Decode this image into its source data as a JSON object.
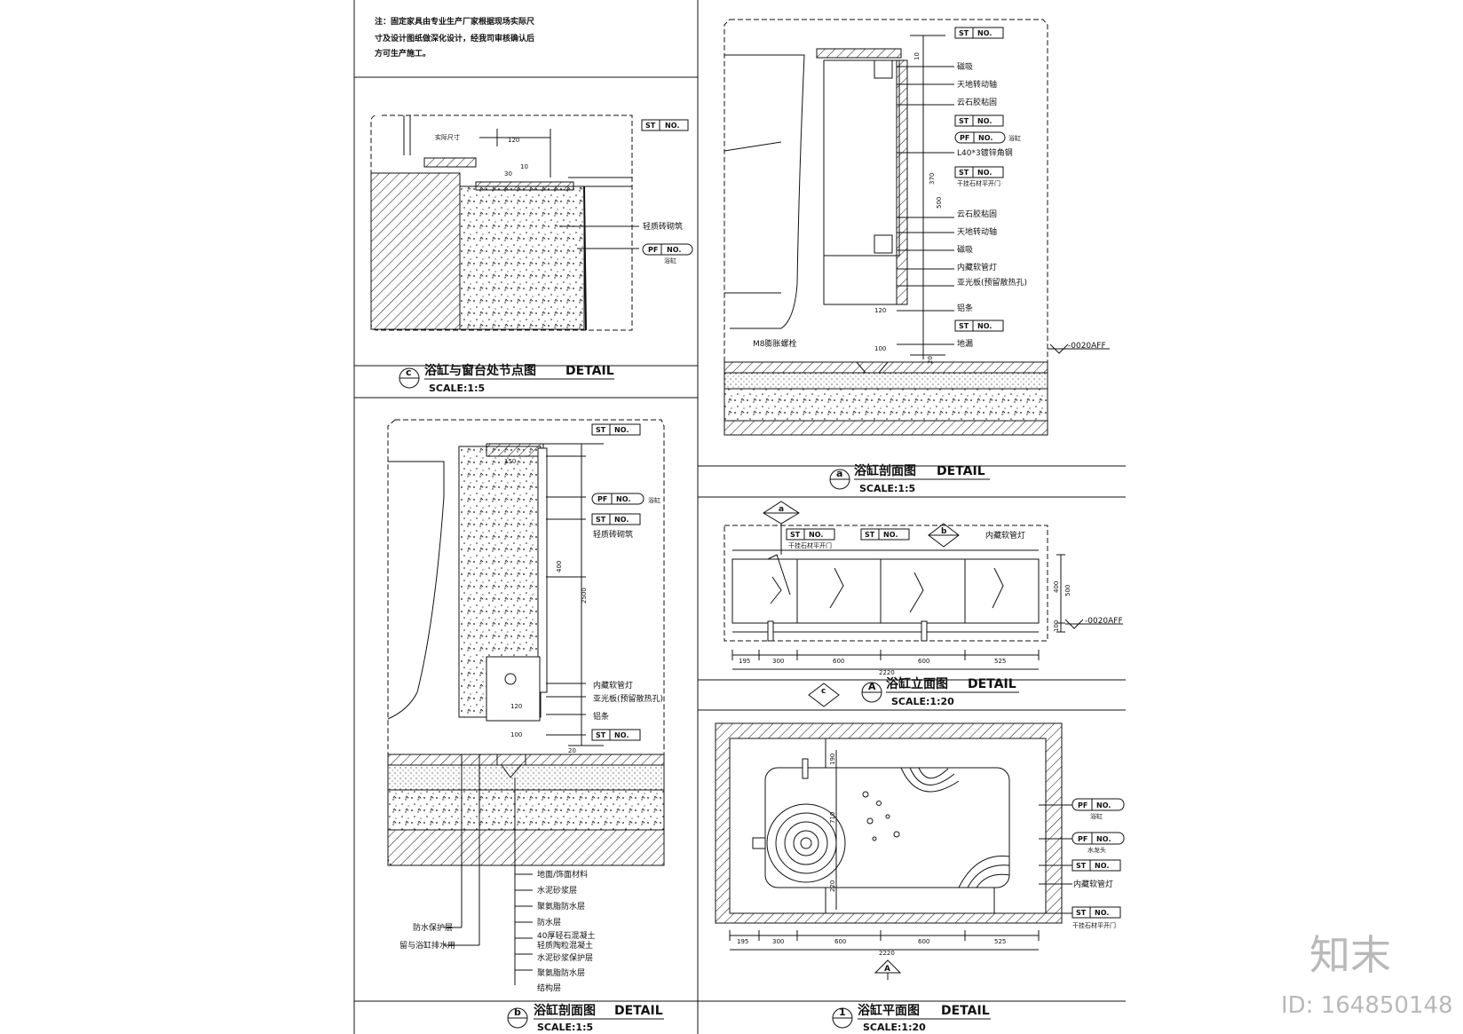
{
  "note": {
    "lines": [
      "注：固定家具由专业生产厂家根据现场实际尺",
      "寸及设计图纸做深化设计，经我司审核确认后",
      "方可生产施工。"
    ]
  },
  "detail_c": {
    "title": "浴缸与窗台处节点图",
    "suffix": "DETAIL",
    "symbol": "c",
    "scale": "SCALE:1:5",
    "labels": [
      "轻质砖砌筑",
      "浴缸"
    ],
    "dims": [
      "实际尺寸",
      "120",
      "30",
      "10"
    ],
    "tags": [
      {
        "code": "ST",
        "no": "NO."
      },
      {
        "code": "PF",
        "no": "NO."
      }
    ]
  },
  "detail_a": {
    "title": "浴缸剖面图",
    "suffix": "DETAIL",
    "symbol": "a",
    "scale": "SCALE:1:5",
    "labels": [
      "磁吸",
      "天地转动轴",
      "云石胶粘固",
      "浴缸",
      "L40*3镀锌角钢",
      "干挂石材平开门",
      "云石胶粘固",
      "天地转动轴",
      "磁吸",
      "内藏软管灯",
      "亚光板(预留散热孔)",
      "铝条",
      "地漏",
      "M8膨胀螺栓",
      "-0020AFF"
    ],
    "dims": [
      "120",
      "100",
      "370",
      "500",
      "10",
      "20"
    ],
    "tags": [
      {
        "code": "ST",
        "no": "NO."
      },
      {
        "code": "ST",
        "no": "NO."
      },
      {
        "code": "PF",
        "no": "NO."
      },
      {
        "code": "ST",
        "no": "NO."
      },
      {
        "code": "ST",
        "no": "NO."
      }
    ]
  },
  "detail_b": {
    "title": "浴缸剖面图",
    "suffix": "DETAIL",
    "symbol": "b",
    "scale": "SCALE:1:5",
    "labels": [
      "浴缸",
      "轻质砖砌筑",
      "内藏软管灯",
      "亚光板(预留散热孔)",
      "铝条",
      "防水保护层",
      "留与浴缸排水用"
    ],
    "layers": [
      "地面/饰面材料",
      "水泥砂浆层",
      "聚氨脂防水层",
      "防水层",
      "40厚轻石混凝土",
      "轻质陶粒混凝土",
      "水泥砂浆保护层",
      "聚氨脂防水层",
      "结构层"
    ],
    "dims": [
      "150",
      "400",
      "2500",
      "120",
      "100",
      "20"
    ],
    "tags": [
      {
        "code": "ST",
        "no": "NO."
      },
      {
        "code": "PF",
        "no": "NO."
      },
      {
        "code": "ST",
        "no": "NO."
      },
      {
        "code": "ST",
        "no": "NO."
      }
    ]
  },
  "detail_A": {
    "title": "浴缸立面图",
    "suffix": "DETAIL",
    "symbol": "A",
    "scale": "SCALE:1:20",
    "labels": [
      "干挂石材平开门",
      "内藏软管灯",
      "-0020AFF"
    ],
    "dims_bottom": [
      "195",
      "300",
      "600",
      "600",
      "525"
    ],
    "dim_total": "2220",
    "dims_side": [
      "400",
      "500",
      "100"
    ],
    "tags": [
      {
        "code": "ST",
        "no": "NO."
      },
      {
        "code": "ST",
        "no": "NO."
      }
    ]
  },
  "detail_1": {
    "title": "浴缸平面图",
    "suffix": "DETAIL",
    "symbol": "1",
    "scale": "SCALE:1:20",
    "labels": [
      "浴缸",
      "水龙头",
      "内藏软管灯",
      "干挂石材平开门"
    ],
    "dims_bottom": [
      "195",
      "300",
      "600",
      "600",
      "525"
    ],
    "dim_total": "2220",
    "dims_side": [
      "190",
      "710",
      "220"
    ],
    "tags": [
      {
        "code": "PF",
        "no": "NO."
      },
      {
        "code": "PF",
        "no": "NO."
      },
      {
        "code": "ST",
        "no": "NO."
      },
      {
        "code": "ST",
        "no": "NO."
      }
    ]
  },
  "watermark": {
    "logo": "知末",
    "id": "ID: 164850148"
  }
}
